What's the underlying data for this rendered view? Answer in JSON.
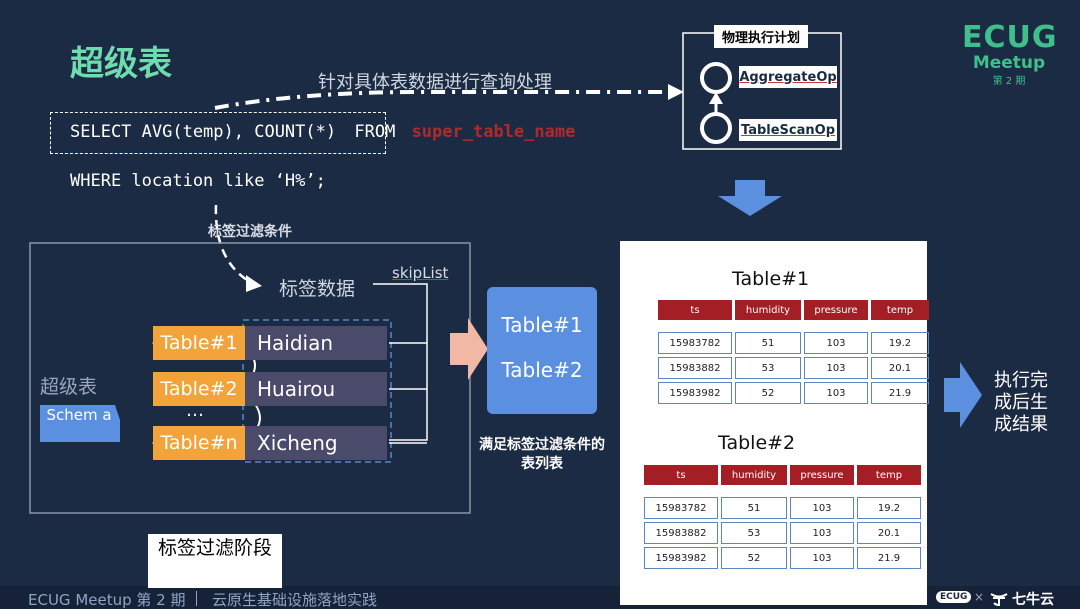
{
  "title": "超级表",
  "sql": {
    "select_part": "SELECT AVG(temp), COUNT(*)",
    "from_kw": "FROM",
    "table_name": "super_table_name",
    "where_line": "WHERE location like ‘H%’;"
  },
  "query_note": "针对具体表数据进行查询处理",
  "plan": {
    "title": "物理执行计划",
    "op1": "AggregateOp",
    "op2": "TableScanOp"
  },
  "tag_filter_label": "标签过滤条件",
  "tag_data_label": "标签数据",
  "skiplist_label": "skipList",
  "super_table": {
    "label": "超级表",
    "schema": "Schem a"
  },
  "tables": [
    "Table#1",
    "Table#2",
    "Table#n"
  ],
  "ellipsis": "…",
  "locations": [
    "Haidian",
    "Huairou",
    "Xicheng"
  ],
  "result_list": [
    "Table#1",
    "Table#2"
  ],
  "result_caption": "满足标签过滤条件的表列表",
  "stage_label": "标签过滤阶段",
  "data_tables": [
    {
      "name": "Table#1",
      "columns": [
        "ts",
        "humidity",
        "pressure",
        "temp"
      ],
      "rows": [
        [
          "15983782",
          "51",
          "103",
          "19.2"
        ],
        [
          "15983882",
          "53",
          "103",
          "20.1"
        ],
        [
          "15983982",
          "52",
          "103",
          "21.9"
        ]
      ]
    },
    {
      "name": "Table#2",
      "columns": [
        "ts",
        "humidity",
        "pressure",
        "temp"
      ],
      "rows": [
        [
          "15983782",
          "51",
          "103",
          "19.2"
        ],
        [
          "15983882",
          "53",
          "103",
          "20.1"
        ],
        [
          "15983982",
          "52",
          "103",
          "21.9"
        ]
      ]
    }
  ],
  "final_result": "执行完成后生成结果",
  "logo": {
    "line1": "ECUG",
    "line2": "Meetup",
    "line3": "第 2 期"
  },
  "footer": {
    "event": "ECUG Meetup 第 2 期",
    "topic": "云原生基础设施落地实践",
    "brand": "七牛云",
    "ecug": "ECUG",
    "times": "×"
  },
  "colors": {
    "background": "#1b2b44",
    "accent_green": "#6fdcb0",
    "orange": "#f2a33a",
    "blue": "#5b8fe0",
    "table_header": "#a31f25"
  }
}
